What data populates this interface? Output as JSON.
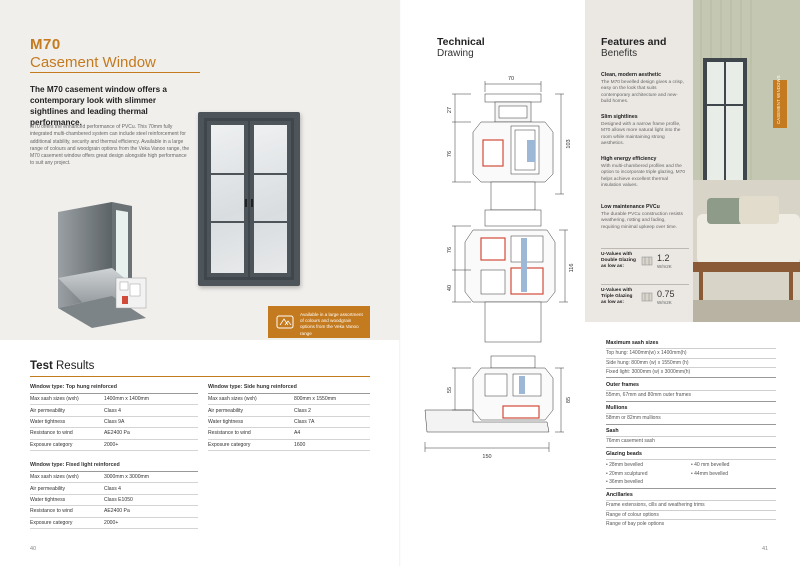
{
  "left_page": {
    "product_code": "M70",
    "product_name": "Casement Window",
    "lead": "The M70 casement window offers a contemporary look with slimmer sightlines and leading thermal performance.",
    "body": "M70 offers the enhanced performance of PVCu. This 70mm fully integrated multi-chambered system can include steel reinforcement for additional stability, security and thermal efficiency. Available in a large range of colours and woodgrain options from the Veka Vanoo range, the M70 casement window offers great design alongside high performance to suit any project.",
    "callout": "Available in a large assortment of colours and woodgrain options from the Veka Vanoo range",
    "page_number": "40"
  },
  "test_results": {
    "title_bold": "Test",
    "title_rest": "Results",
    "tables": [
      {
        "heading": "Window type: Top hung reinforced",
        "rows": [
          {
            "k": "Max sash sizes (wxh)",
            "v": "1400mm x 1400mm"
          },
          {
            "k": "Air permeability",
            "v": "Class 4"
          },
          {
            "k": "Water tightness",
            "v": "Class 9A"
          },
          {
            "k": "Resistance to wind",
            "v": "AE2400 Pa"
          },
          {
            "k": "Exposure category",
            "v": "2000+"
          }
        ]
      },
      {
        "heading": "Window type: Side hung reinforced",
        "rows": [
          {
            "k": "Max sash sizes (wxh)",
            "v": "800mm x 1550mm"
          },
          {
            "k": "Air permeability",
            "v": "Class 2"
          },
          {
            "k": "Water tightness",
            "v": "Class 7A"
          },
          {
            "k": "Resistance to wind",
            "v": "A4"
          },
          {
            "k": "Exposure category",
            "v": "1600"
          }
        ]
      },
      {
        "heading": "Window type: Fixed light reinforced",
        "rows": [
          {
            "k": "Max sash sizes (wxh)",
            "v": "3000mm x 3000mm"
          },
          {
            "k": "Air permeability",
            "v": "Class 4"
          },
          {
            "k": "Water tightness",
            "v": "Class E1050"
          },
          {
            "k": "Resistance to wind",
            "v": "AE2400 Pa"
          },
          {
            "k": "Exposure category",
            "v": "2000+"
          }
        ]
      }
    ]
  },
  "technical": {
    "title_bold": "Technical",
    "title_rest": "Drawing",
    "dims": {
      "top_width": "70",
      "d27": "27",
      "d76a": "76",
      "d103": "103",
      "d76b": "76",
      "d40": "40",
      "d116": "116",
      "d55": "55",
      "d85": "85",
      "bottom_width": "150"
    }
  },
  "features": {
    "title_bold": "Features and",
    "title_rest": "Benefits",
    "items": [
      {
        "heading": "Clean, modern aesthetic",
        "text": "The M70 bevelled design gives a crisp, easy on the look that suits contemporary architecture and new-build homes."
      },
      {
        "heading": "Slim sightlines",
        "text": "Designed with a narrow frame profile, M70 allows more natural light into the room while maintaining strong aesthetics."
      },
      {
        "heading": "High energy efficiency",
        "text": "With multi-chambered profiles and the option to incorporate triple glazing, M70 helps achieve excellent thermal insulation values."
      },
      {
        "heading": "Low maintenance PVCu",
        "text": "The durable PVCu construction resists weathering, rotting and fading, requiring minimal upkeep over time."
      }
    ],
    "uvalues": [
      {
        "label": "U-Values with Double Glazing as low as:",
        "value": "1.2",
        "unit": "W/m2K"
      },
      {
        "label": "U-Values with Triple Glazing as low as:",
        "value": "0.75",
        "unit": "W/m2K"
      }
    ]
  },
  "side_tab": "CASEMENT WINDOWS",
  "specs": [
    {
      "heading": "Maximum sash sizes",
      "lines": [
        "Top hung: 1400mm(w) x 1400mm(h)",
        "Side hung: 800mm (w) x 1550mm (h)",
        "Fixed light: 3000mm (w) x 3000mm(h)"
      ]
    },
    {
      "heading": "Outer frames",
      "lines": [
        "55mm, 67mm and 80mm outer frames"
      ]
    },
    {
      "heading": "Mullions",
      "lines": [
        "58mm or 82mm mullions"
      ]
    },
    {
      "heading": "Sash",
      "lines": [
        "76mm casement sash"
      ]
    },
    {
      "heading": "Glazing beads",
      "bullets": [
        "• 28mm bevelled",
        "• 40 mm bevelled",
        "• 20mm sculptured",
        "• 44mm bevelled",
        "• 36mm bevelled"
      ]
    },
    {
      "heading": "Ancillaries",
      "lines": [
        "Frame extensions, cills and weathering trims",
        "Range of colour options",
        "Range of bay pole options"
      ]
    }
  ],
  "right_page_number": "41",
  "colors": {
    "accent": "#c47a1e",
    "panel": "#ebe8e4",
    "window_grey": "#4d555b"
  }
}
